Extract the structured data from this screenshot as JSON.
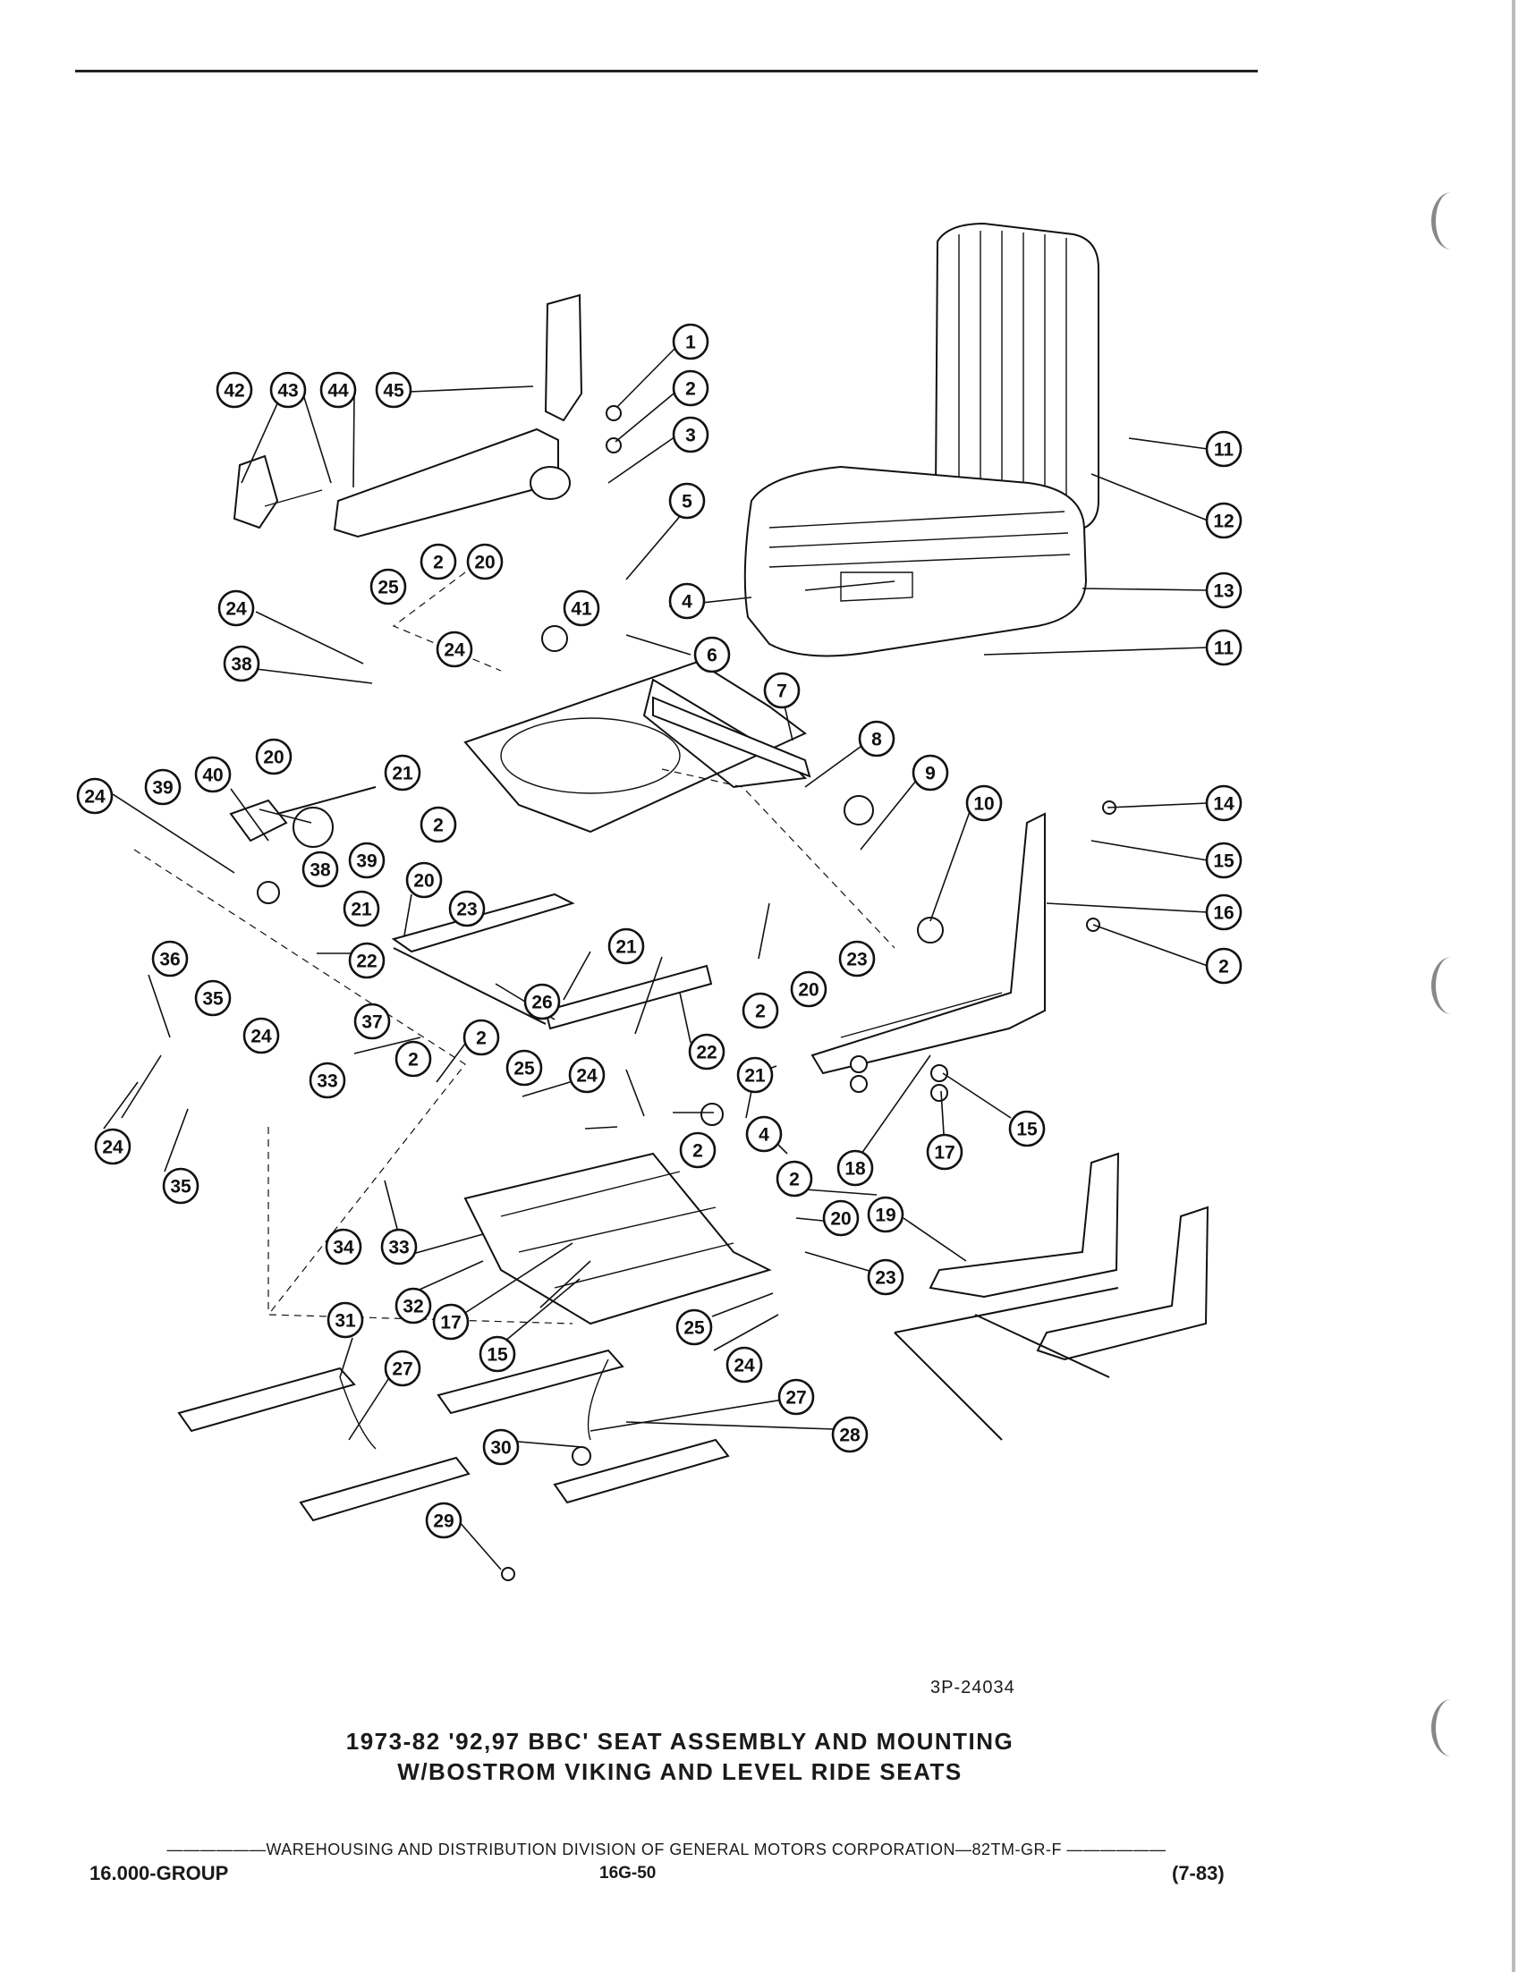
{
  "figure": {
    "number": "3P-24034",
    "title_line1": "1973-82 '92,97 BBC' SEAT ASSEMBLY AND MOUNTING",
    "title_line2": "W/BOSTROM VIKING AND LEVEL RIDE SEATS"
  },
  "footer": {
    "division": "WAREHOUSING AND DISTRIBUTION DIVISION OF GENERAL MOTORS CORPORATION—82TM-GR-F",
    "group": "16.000-GROUP",
    "page": "16G-50",
    "date": "(7-83)"
  },
  "callouts": [
    "1",
    "2",
    "3",
    "4",
    "5",
    "6",
    "7",
    "8",
    "9",
    "10",
    "11",
    "12",
    "13",
    "14",
    "15",
    "16",
    "17",
    "18",
    "19",
    "20",
    "21",
    "22",
    "23",
    "24",
    "25",
    "26",
    "27",
    "28",
    "29",
    "30",
    "31",
    "32",
    "33",
    "34",
    "35",
    "36",
    "37",
    "38",
    "39",
    "40",
    "41",
    "42",
    "43",
    "44",
    "45"
  ]
}
